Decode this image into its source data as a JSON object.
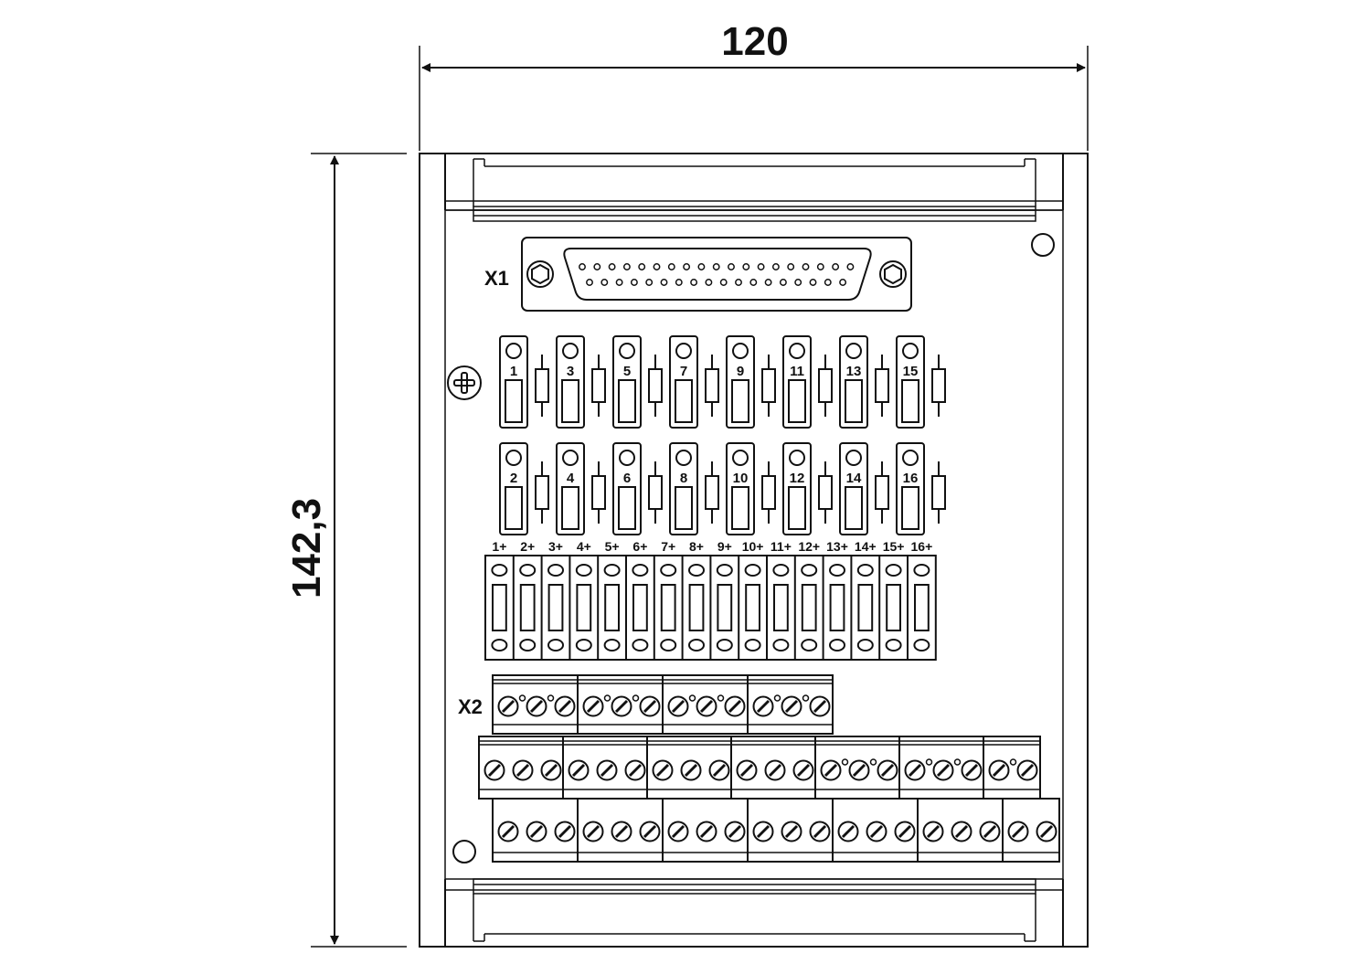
{
  "dimensions": {
    "width": "120",
    "height": "142,3"
  },
  "connector_x1_label": "X1",
  "terminal_x2_label": "X2",
  "relays_top_row": [
    "1",
    "3",
    "5",
    "7",
    "9",
    "11",
    "13",
    "15"
  ],
  "relays_bottom_row": [
    "2",
    "4",
    "6",
    "8",
    "10",
    "12",
    "14",
    "16"
  ],
  "fuse_labels": [
    "1+",
    "2+",
    "3+",
    "4+",
    "5+",
    "6+",
    "7+",
    "8+",
    "9+",
    "10+",
    "11+",
    "12+",
    "13+",
    "14+",
    "15+",
    "16+"
  ],
  "colors": {
    "line": "#111111",
    "background": "#ffffff"
  }
}
